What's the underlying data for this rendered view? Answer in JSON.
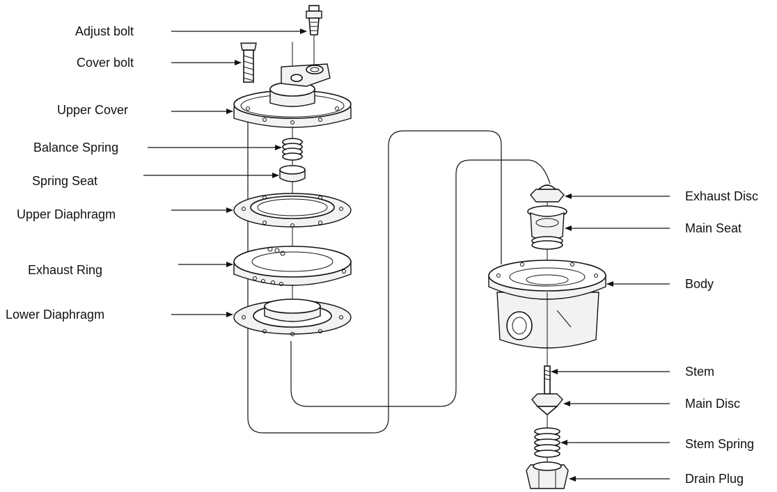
{
  "labels_left": [
    {
      "id": "adjust-bolt",
      "text": "Adjust bolt"
    },
    {
      "id": "cover-bolt",
      "text": "Cover bolt"
    },
    {
      "id": "upper-cover",
      "text": "Upper Cover"
    },
    {
      "id": "balance-spring",
      "text": "Balance Spring"
    },
    {
      "id": "spring-seat",
      "text": "Spring Seat"
    },
    {
      "id": "upper-diaphragm",
      "text": "Upper Diaphragm"
    },
    {
      "id": "exhaust-ring",
      "text": "Exhaust Ring"
    },
    {
      "id": "lower-diaphragm",
      "text": "Lower Diaphragm"
    }
  ],
  "labels_right": [
    {
      "id": "exhaust-disc",
      "text": "Exhaust Disc"
    },
    {
      "id": "main-seat",
      "text": "Main Seat"
    },
    {
      "id": "body",
      "text": "Body"
    },
    {
      "id": "stem",
      "text": "Stem"
    },
    {
      "id": "main-disc",
      "text": "Main Disc"
    },
    {
      "id": "stem-spring",
      "text": "Stem Spring"
    },
    {
      "id": "drain-plug",
      "text": "Drain Plug"
    }
  ]
}
